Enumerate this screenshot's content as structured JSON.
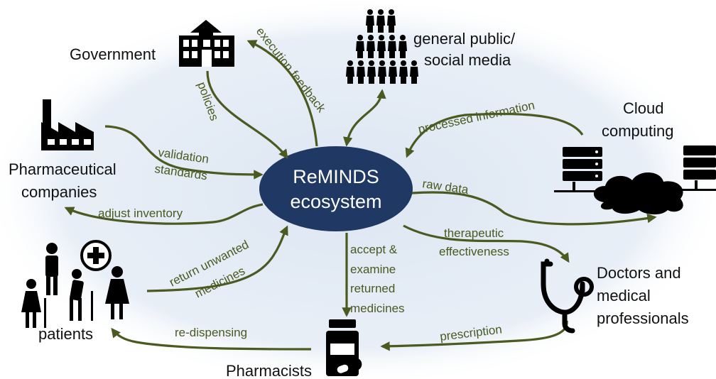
{
  "hub": {
    "line1": "ReMINDS",
    "line2": "ecosystem"
  },
  "nodes": {
    "government": "Government",
    "public_line1": "general public/",
    "public_line2": "social media",
    "cloud_line1": "Cloud",
    "cloud_line2": "computing",
    "pharma_line1": "Pharmaceutical",
    "pharma_line2": "companies",
    "patients": "patients",
    "pharmacists": "Pharmacists",
    "doctors_line1": "Doctors and",
    "doctors_line2": "medical",
    "doctors_line3": "professionals"
  },
  "edges": {
    "execution_feedback": "execution feedback",
    "policies": "policies",
    "processed_information": "processed information",
    "validation": "validation",
    "standards": "standards",
    "raw_data": "raw data",
    "adjust_inventory": "adjust inventory",
    "therapeutic": "therapeutic",
    "effectiveness": "effectiveness",
    "return_unwanted": "return unwanted",
    "medicines": "medicines",
    "accept_1": "accept &",
    "accept_2": "examine",
    "accept_3": "returned",
    "accept_4": "medicines",
    "re_dispensing": "re-dispensing",
    "prescription": "prescription"
  },
  "colors": {
    "background_glow": "#dce6f2",
    "hub_fill": "#1f3864",
    "arrow": "#4a5a20",
    "label": "#4a5a20"
  }
}
